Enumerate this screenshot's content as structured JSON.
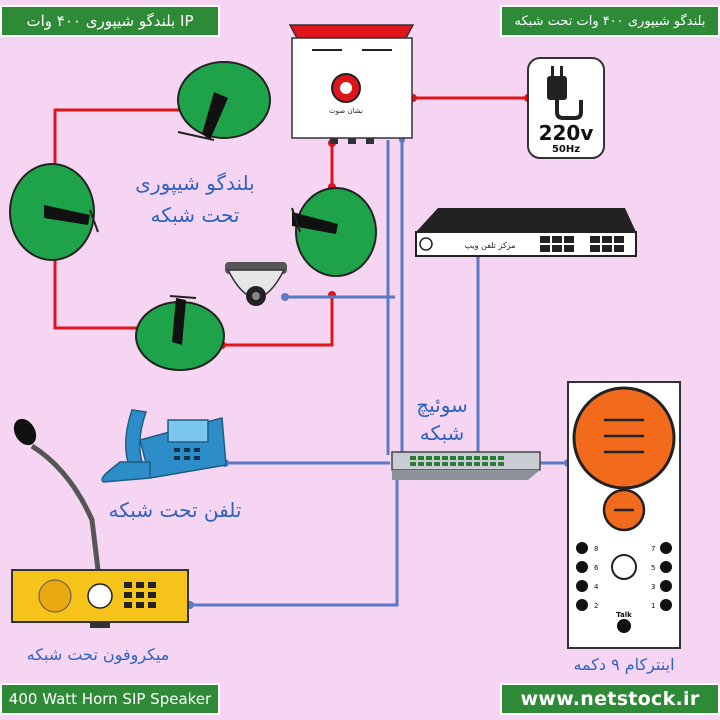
{
  "banners": {
    "top_left": "بلندگو شیپوری ۴۰۰ وات IP",
    "top_right": "بلندگو شیپوری ۴۰۰ وات تحت شبکه",
    "bottom_left": "400 Watt Horn SIP Speaker",
    "bottom_right": "www.netstock.ir"
  },
  "labels": {
    "speakers_line1": "بلندگو  شیپوری",
    "speakers_line2": "تحت شبکه",
    "switch_line1": "سوئیچ",
    "switch_line2": "شبکه",
    "phone": "تلفن تحت شبکه",
    "microphone": "میکروفون تحت شبکه",
    "intercom": "اینترکام ۹ دکمه",
    "rack_text": "مرکز تلفن ویپ",
    "power_voltage": "220v",
    "power_freq": "50Hz",
    "talk": "Talk",
    "brand": "نشان صوت"
  },
  "intercom_keys": {
    "left": [
      "8",
      "6",
      "4",
      "2"
    ],
    "right": [
      "7",
      "5",
      "3",
      "1"
    ]
  },
  "colors": {
    "background": "#f6d5f2",
    "banner_green": "#2e8a37",
    "wire_red": "#e0141c",
    "wire_blue": "#5b79c4",
    "speaker_green": "#1fa34a",
    "intercom_orange": "#f26a1b",
    "mic_yellow": "#f6c31b",
    "label_blue": "#2f63c0"
  }
}
